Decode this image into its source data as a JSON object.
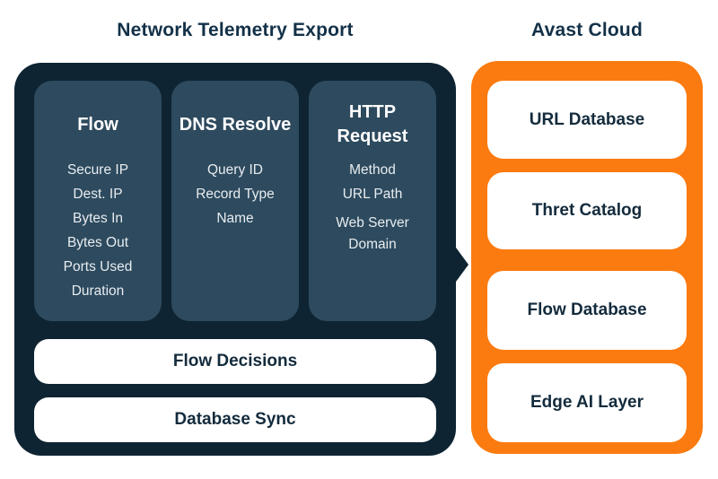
{
  "headers": {
    "left": "Network Telemetry Export",
    "right": "Avast Cloud"
  },
  "telemetry_panel": {
    "columns": [
      {
        "title": "Flow",
        "items": [
          "Secure IP",
          "Dest. IP",
          "Bytes In",
          "Bytes Out",
          "Ports Used",
          "Duration"
        ]
      },
      {
        "title": "DNS Resolve",
        "items": [
          "Query ID",
          "Record Type",
          "Name"
        ]
      },
      {
        "title": "HTTP Request",
        "items": [
          "Method",
          "URL Path",
          "Web Server Domain"
        ]
      }
    ],
    "bars": [
      "Flow Decisions",
      "Database Sync"
    ]
  },
  "cloud_panel": {
    "boxes": [
      "URL Database",
      "Thret Catalog",
      "Flow Database",
      "Edge AI Layer"
    ]
  },
  "colors": {
    "panel_dark_navy": "#0E2432",
    "column_navy": "#2D4A5E",
    "cloud_orange": "#FB7B10",
    "heading_navy": "#133148",
    "box_text_navy": "#132B3C",
    "column_item_text": "#E8EDF0",
    "white": "#FFFFFF"
  }
}
